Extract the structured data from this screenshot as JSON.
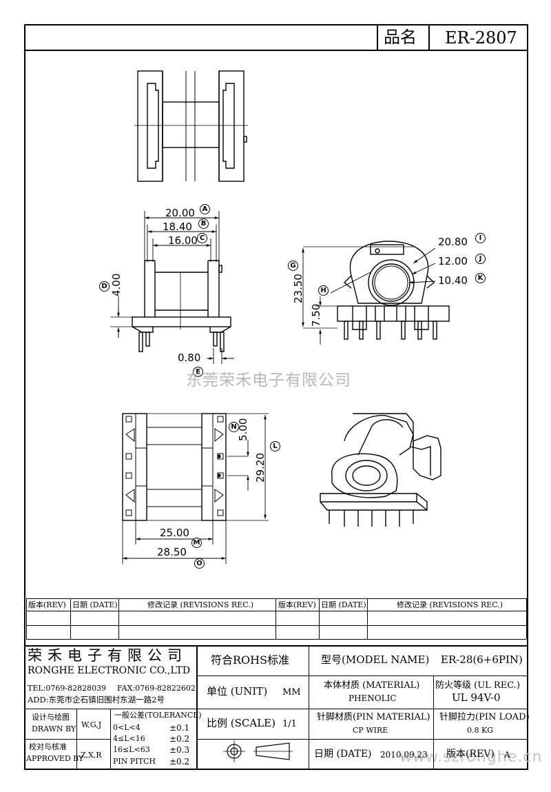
{
  "header": {
    "name_label": "品名",
    "part_no": "ER-2807"
  },
  "watermark": {
    "company": "东莞荣禾电子有限公司",
    "site": "www.szronghe.cn"
  },
  "dimensions": {
    "a": "20.00",
    "b": "18.40",
    "c": "16.00",
    "d": "4.00",
    "e": "0.80",
    "g": "23.50",
    "h": "7.50",
    "i": "20.80",
    "j": "12.00",
    "k": "10.40",
    "n": "5.00",
    "l": "29.20",
    "m": "25.00",
    "o": "28.50"
  },
  "markers": {
    "a": "A",
    "b": "B",
    "c": "C",
    "d": "D",
    "e": "E",
    "g": "G",
    "h": "H",
    "i": "I",
    "j": "J",
    "k": "K",
    "n": "N",
    "l": "L",
    "m": "M",
    "o": "O"
  },
  "revisions": {
    "rev": "版本(REV)",
    "date": "日期 (DATE)",
    "rec": "修改记录 (REVISIONS REC.)",
    "rev2": "版本(REV)",
    "date2": "日期 (DATE)",
    "rec2": "修改记录 (REVISIONS REC.)"
  },
  "company": {
    "cn": "荣禾电子有限公司",
    "en": "RONGHE ELECTRONIC CO.,LTD",
    "tel": "TEL:0769-82828039",
    "fax": "FAX:0769-82822602",
    "addr": "ADD:东莞市企石镇旧围村东湖一路2号"
  },
  "title_block": {
    "rohs": "符合ROHS标准",
    "model_label": "型号(MODEL NAME)",
    "model_value": "ER-28(6+6PIN)",
    "unit_label": "单位 (UNIT)",
    "unit_value": "MM",
    "material_label": "本体材质 (MATERIAL)",
    "material_value": "PHENOLIC",
    "ul_label": "防火等级 (UL REC.)",
    "ul_value": "UL 94V-0",
    "design_cn": "设计与绘图",
    "design_en": "DRAWN BY",
    "design_value": "W,G,J",
    "approve_cn": "校对与核准",
    "approve_en": "APPROVED BY",
    "approve_value": "Z,X,R",
    "tol_title": "一般公差(TOLERANCE)",
    "tol_rows": [
      {
        "range": "0<L<4",
        "val": "±0.1"
      },
      {
        "range": "4≤L<16",
        "val": "±0.2"
      },
      {
        "range": "16≤L<63",
        "val": "±0.3"
      },
      {
        "range": "PIN PITCH",
        "val": "±0.2"
      }
    ],
    "scale_label": "比例 (SCALE)",
    "scale_value": "1/1",
    "pin_mat_label": "针脚材质(PIN MATERIAL)",
    "pin_mat_value": "CP WIRE",
    "pin_load_label": "针脚拉力(PIN LOAD)",
    "pin_load_value": "0.8 KG",
    "date_label": "日期 (DATE)",
    "date_value": "2010.09.23",
    "rev_label": "版本(REV)",
    "rev_value": "A"
  }
}
